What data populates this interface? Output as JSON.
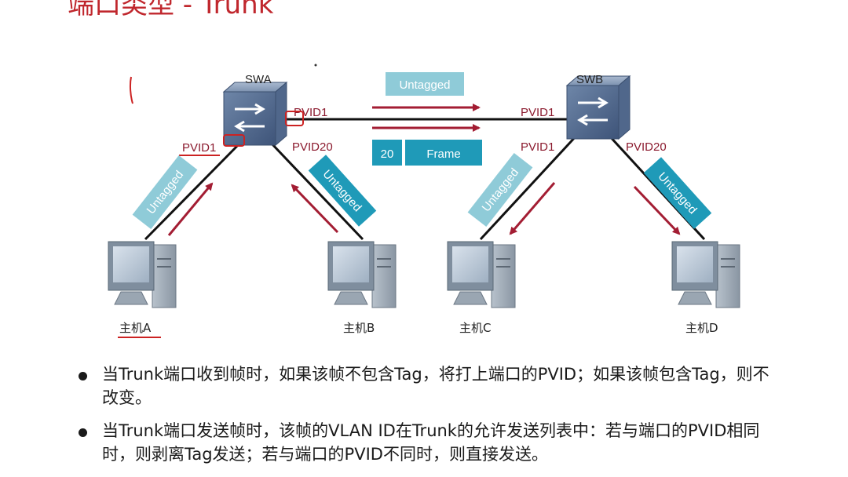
{
  "slide": {
    "title": "端口类型 - Trunk"
  },
  "switches": [
    {
      "id": "swa",
      "label": "SWA"
    },
    {
      "id": "swb",
      "label": "SWB"
    }
  ],
  "hosts": [
    {
      "id": "a",
      "label": "主机A"
    },
    {
      "id": "b",
      "label": "主机B"
    },
    {
      "id": "c",
      "label": "主机C"
    },
    {
      "id": "d",
      "label": "主机D"
    }
  ],
  "port_labels": {
    "swa_trunk": "PVID1",
    "swa_host_a": "PVID1",
    "swa_host_b": "PVID20",
    "swb_trunk": "PVID1",
    "swb_host_c": "PVID1",
    "swb_host_d": "PVID20"
  },
  "frames": {
    "untagged": "Untagged",
    "tag_value": "20",
    "frame_label": "Frame"
  },
  "bullets": [
    "当Trunk端口收到帧时，如果该帧不包含Tag，将打上端口的PVID；如果该帧包含Tag，则不改变。",
    "当Trunk端口发送帧时，该帧的VLAN ID在Trunk的允许发送列表中：若与端口的PVID相同时，则剥离Tag发送；若与端口的PVID不同时，则直接发送。"
  ],
  "colors": {
    "title": "#c0272d",
    "port_label": "#8b1a2e",
    "arrow": "#a31d33",
    "badge": "#8fcbd8",
    "badge_dark": "#1f9ab8",
    "link": "#111111",
    "annotation": "#cc2222"
  }
}
